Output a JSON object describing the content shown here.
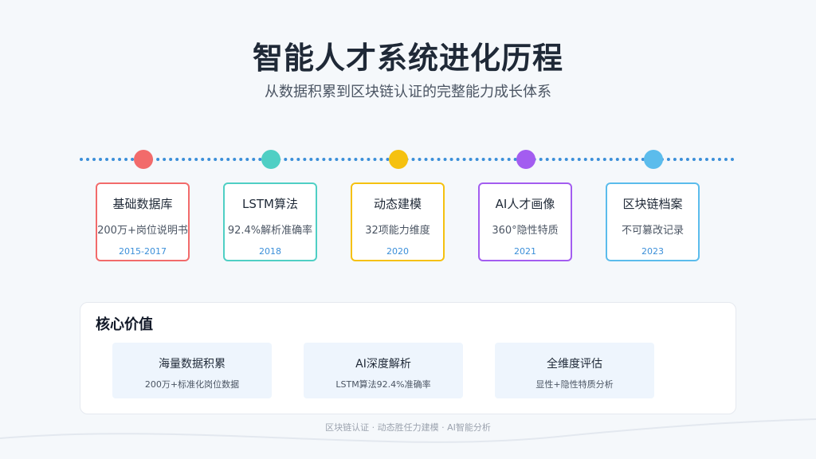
{
  "header": {
    "title": "智能人才系统进化历程",
    "subtitle": "从数据积累到区块链认证的完整能力成长体系"
  },
  "colors": {
    "timeline_line": "#3b8fd9",
    "milestone_1": "#f26b6b",
    "milestone_2": "#4fcfc4",
    "milestone_3": "#f5c110",
    "milestone_4": "#a35df0",
    "milestone_5": "#5bbcec",
    "year_text": "#3b8fd9"
  },
  "timeline": {
    "milestones": [
      {
        "title": "基础数据库",
        "desc": "200万+岗位说明书",
        "year": "2015-2017"
      },
      {
        "title": "LSTM算法",
        "desc": "92.4%解析准确率",
        "year": "2018"
      },
      {
        "title": "动态建模",
        "desc": "32项能力维度",
        "year": "2020"
      },
      {
        "title": "AI人才画像",
        "desc": "360°隐性特质",
        "year": "2021"
      },
      {
        "title": "区块链档案",
        "desc": "不可篡改记录",
        "year": "2023"
      }
    ]
  },
  "core_value": {
    "title": "核心价值",
    "items": [
      {
        "title": "海量数据积累",
        "desc": "200万+标准化岗位数据"
      },
      {
        "title": "AI深度解析",
        "desc": "LSTM算法92.4%准确率"
      },
      {
        "title": "全维度评估",
        "desc": "显性+隐性特质分析"
      }
    ]
  },
  "footer": {
    "text": "区块链认证 · 动态胜任力建模 · AI智能分析"
  }
}
